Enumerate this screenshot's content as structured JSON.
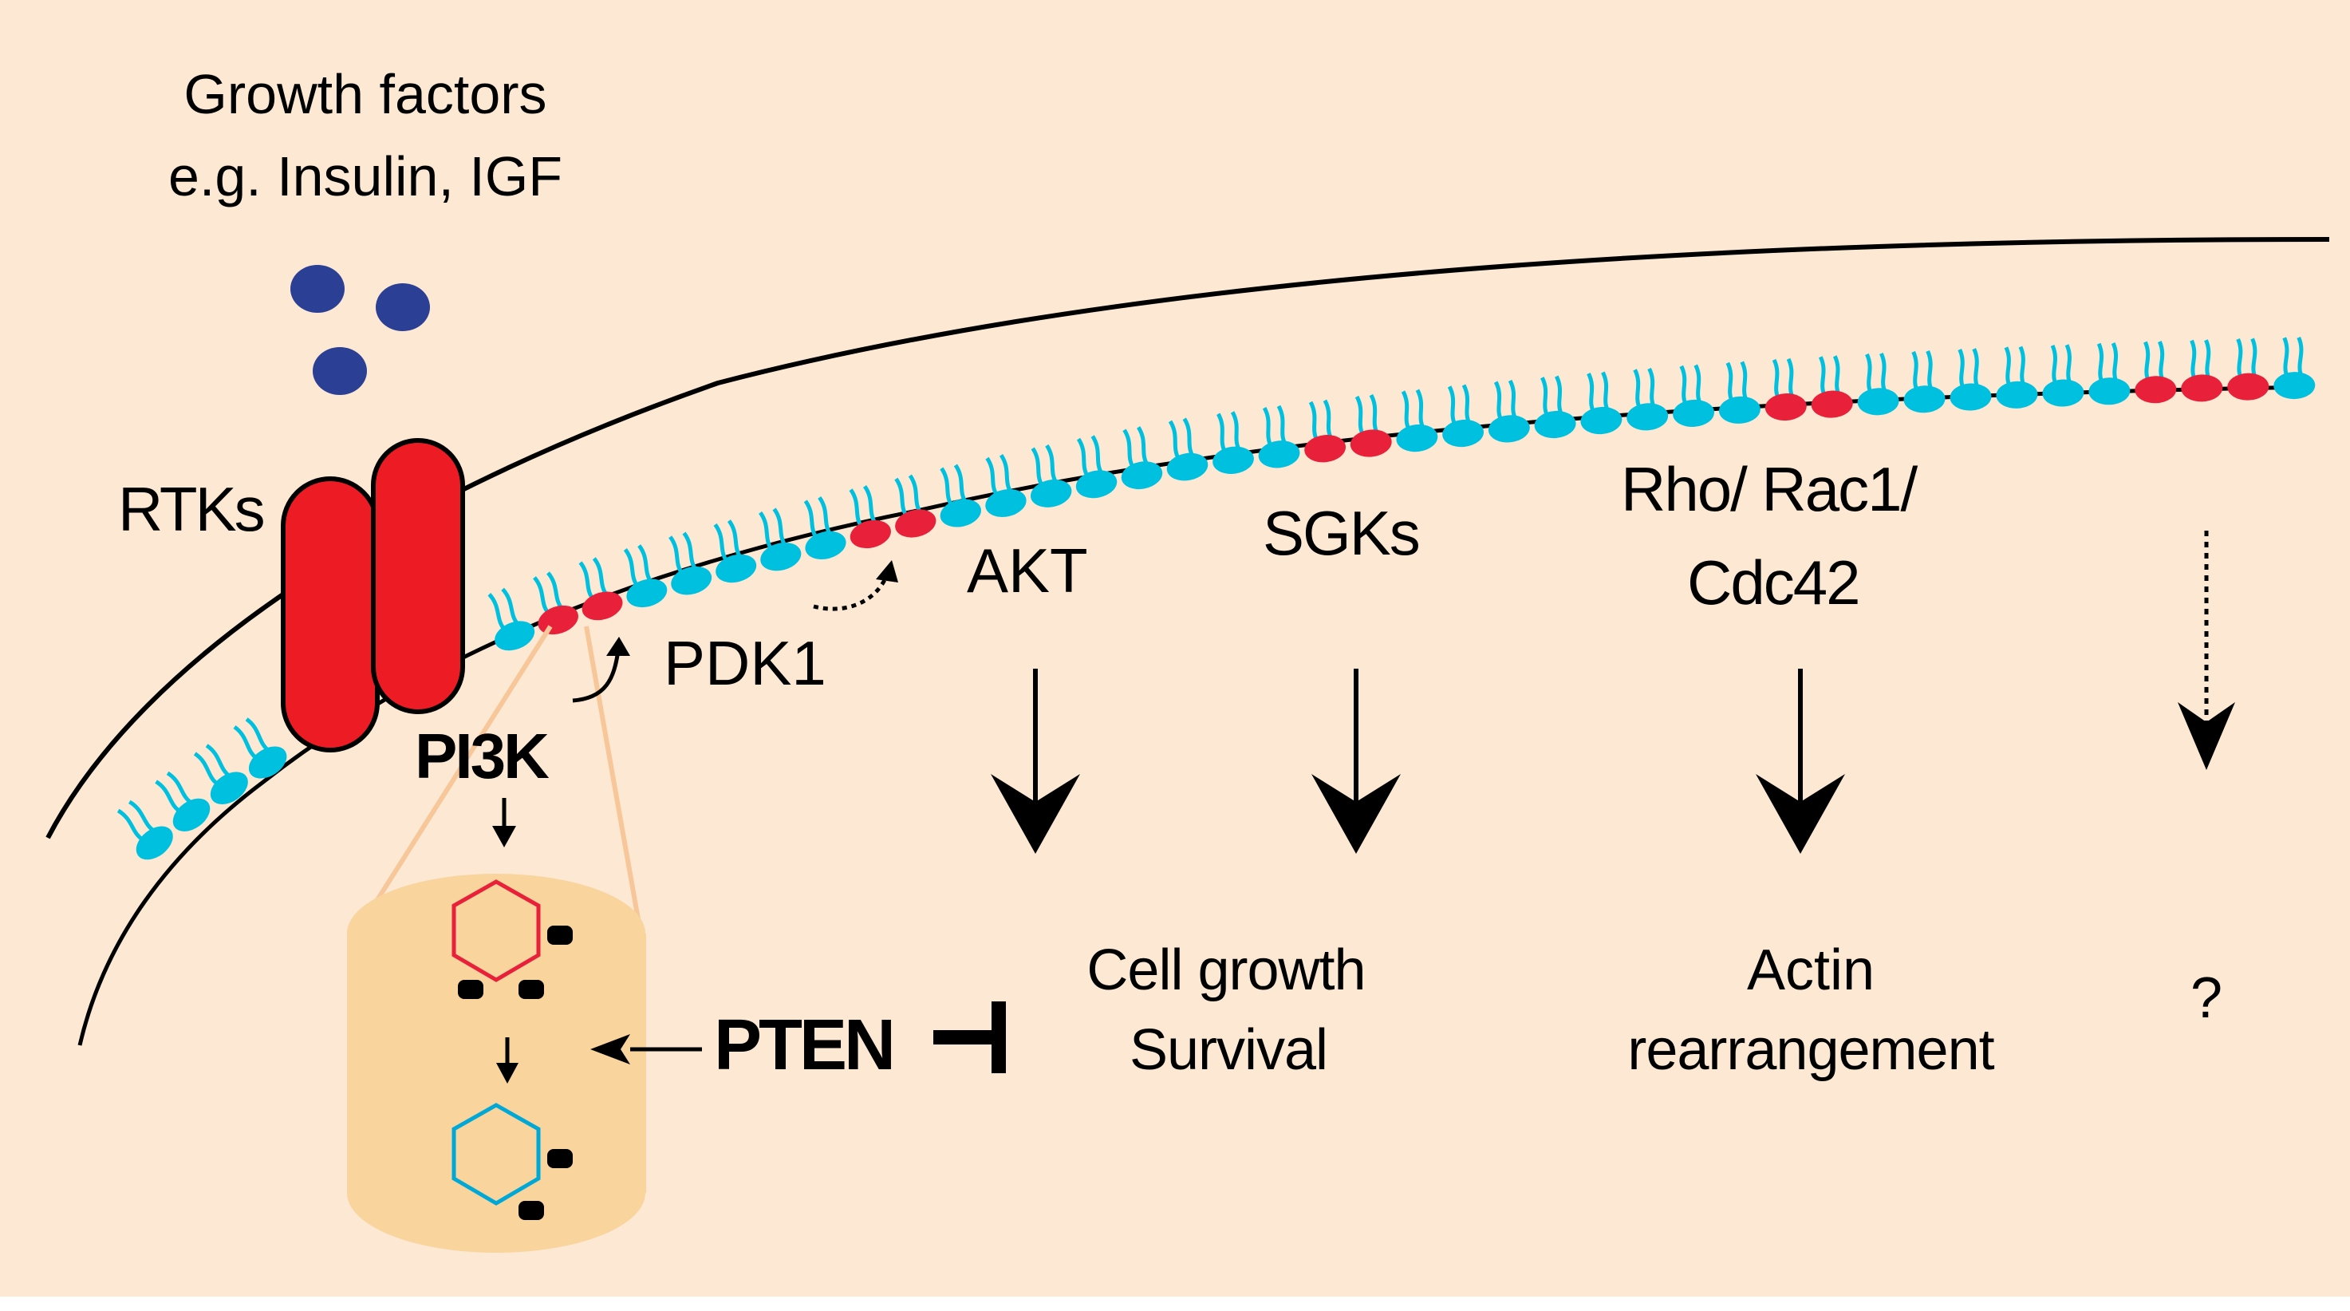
{
  "labels": {
    "growth_factors_line1": "Growth factors",
    "growth_factors_line2": "e.g. Insulin, IGF",
    "rtks": "RTKs",
    "pi3k": "PI3K",
    "pdk1": "PDK1",
    "akt": "AKT",
    "sgks": "SGKs",
    "rho_line1": "Rho/ Rac1/",
    "rho_line2": "Cdc42",
    "cell_growth_line1": "Cell growth",
    "cell_growth_line2": "Survival",
    "actin_line1": "Actin",
    "actin_line2": "rearrangement",
    "unknown": "?",
    "pten": "PTEN"
  },
  "colors": {
    "background": "#FCE8D3",
    "cytoplasm_zoom": "#F9D49C",
    "receptor": "#ED1C24",
    "lipid_blue": "#00C0E0",
    "lipid_red": "#E8203A",
    "ligand": "#2B3F94",
    "outline": "#000000"
  },
  "icons": {
    "ligand": "blue-circle-icon",
    "phosphoinositide_before": "red-hexagon-icon",
    "phosphoinositide_after": "cyan-hexagon-icon"
  }
}
